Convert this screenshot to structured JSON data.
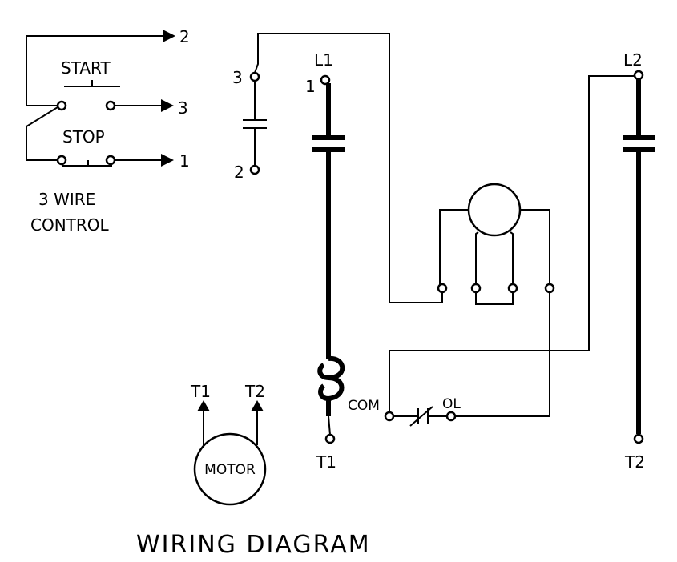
{
  "title": "WIRING DIAGRAM",
  "control": {
    "start_label": "START",
    "stop_label": "STOP",
    "caption_line1": "3 WIRE",
    "caption_line2": "CONTROL",
    "out_top": "2",
    "out_mid": "3",
    "out_bottom": "1"
  },
  "aux_contact": {
    "top": "3",
    "bottom": "2"
  },
  "line1": {
    "label": "L1",
    "terminal": "1"
  },
  "line2": {
    "label": "L2"
  },
  "overload": {
    "com_label": "COM",
    "ol_label": "OL"
  },
  "terminals": {
    "t1": "T1",
    "t2": "T2"
  },
  "motor": {
    "label": "MOTOR",
    "t1": "T1",
    "t2": "T2"
  }
}
